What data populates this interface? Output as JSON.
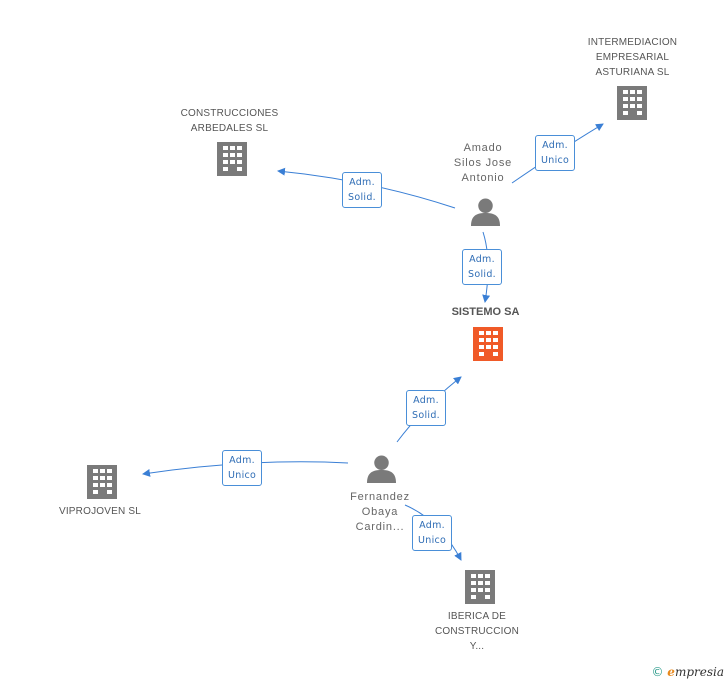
{
  "nodes": {
    "intermediacion": {
      "label_lines": [
        "INTERMEDIACION",
        "EMPRESARIAL",
        "ASTURIANA SL"
      ],
      "kind": "company"
    },
    "construcciones": {
      "label_lines": [
        "CONSTRUCCIONES",
        "ARBEDALES SL"
      ],
      "kind": "company"
    },
    "amado": {
      "label_lines": [
        "Amado",
        "Silos Jose",
        "Antonio"
      ],
      "kind": "person"
    },
    "sistemo": {
      "label_lines": [
        "SISTEMO SA"
      ],
      "kind": "main-company"
    },
    "fernandez": {
      "label_lines": [
        "Fernandez",
        "Obaya",
        "Cardin..."
      ],
      "kind": "person"
    },
    "viprojoven": {
      "label_lines": [
        "VIPROJOVEN SL"
      ],
      "kind": "company"
    },
    "iberica": {
      "label_lines": [
        "IBERICA DE",
        "CONSTRUCCION",
        "Y..."
      ],
      "kind": "company"
    }
  },
  "roles": {
    "amado_intermediacion": [
      "Adm.",
      "Unico"
    ],
    "amado_construcciones": [
      "Adm.",
      "Solid."
    ],
    "amado_sistemo": [
      "Adm.",
      "Solid."
    ],
    "fernandez_sistemo": [
      "Adm.",
      "Solid."
    ],
    "fernandez_viprojoven": [
      "Adm.",
      "Unico"
    ],
    "fernandez_iberica": [
      "Adm.",
      "Unico"
    ]
  },
  "colors": {
    "company": "#7a7a7a",
    "main_company": "#f05a28",
    "person": "#7a7a7a",
    "edge": "#3a7fd5"
  },
  "icons": {
    "company": "building-icon",
    "person": "person-icon"
  },
  "brand": {
    "copyright_symbol": "©",
    "name_initial": "e",
    "name_rest": "mpresia"
  }
}
